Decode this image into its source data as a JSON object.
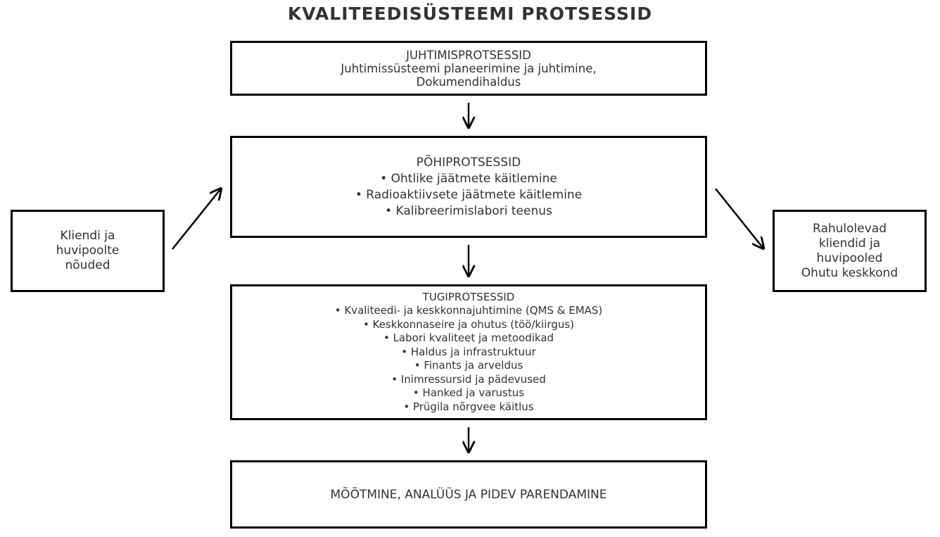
{
  "title": "KVALITEEDISÜSTEEMI PROTSESSID",
  "management": {
    "heading": "JUHTIMISPROTSESSID",
    "lines": [
      "Juhtimissüsteemi planeerimine ja juhtimine,",
      "Dokumendihaldus"
    ]
  },
  "core": {
    "heading": "PÕHIPROTSESSID",
    "items": [
      "• Ohtlike jäätmete käitlemine",
      "• Radioaktiivsete jäätmete käitlemine",
      "• Kalibreerimislabori teenus"
    ]
  },
  "support": {
    "heading": "TUGIPROTSESSID",
    "items": [
      "• Kvaliteedi- ja keskkonnajuhtimine (QMS & EMAS)",
      "• Keskkonnaseire ja ohutus (töö/kiirgus)",
      "• Labori kvaliteet ja metoodikad",
      "• Haldus ja infrastruktuur",
      "• Finants ja arveldus",
      "• Inimressursid ja pädevused",
      "• Hanked ja varustus",
      "• Prügila nõrgvee käitlus"
    ]
  },
  "measurement": {
    "label": "MÕÕTMINE, ANALÜÜS JA PIDEV PARENDAMINE"
  },
  "input": {
    "lines": [
      "Kliendi ja",
      "huvipoolte",
      "nõuded"
    ]
  },
  "output": {
    "lines": [
      "Rahulolevad",
      "kliendid ja",
      "huvipooled",
      "Ohutu keskkond"
    ]
  }
}
